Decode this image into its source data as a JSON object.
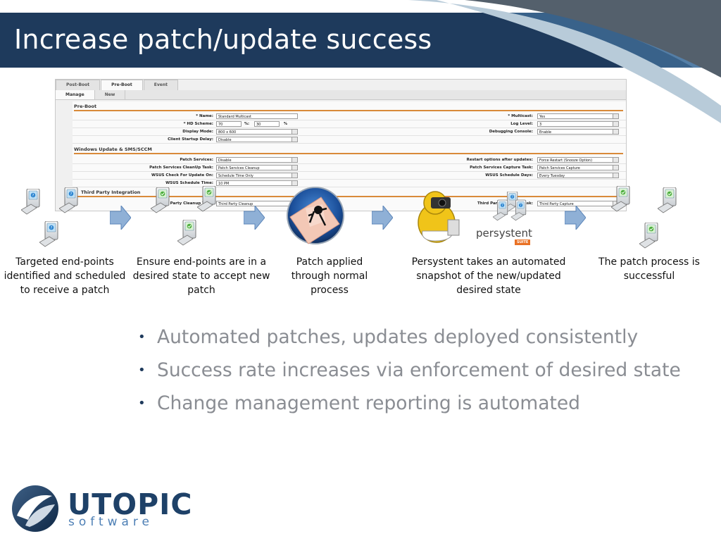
{
  "slide": {
    "title": "Increase patch/update success"
  },
  "screenshot": {
    "tabs": [
      "Post-Boot",
      "Pre-Boot",
      "Event"
    ],
    "subtabs": [
      "Manage",
      "New"
    ],
    "sections": {
      "preboot": "Pre-Boot",
      "windows_update": "Windows Update & SMS/SCCM",
      "third_party": "Third Party Integration"
    },
    "left_fields": {
      "name_label": "* Name:",
      "name_value": "Standard Multicast",
      "hd_label": "* HD Scheme:",
      "hd_value1": "70",
      "hd_pct_sep": "%:",
      "hd_value2": "30",
      "hd_pct": "%",
      "display_label": "Display Mode:",
      "display_value": "800 x 600",
      "startup_label": "Client Startup Delay:",
      "startup_value": "Disable",
      "patch_services_label": "Patch Services:",
      "patch_services_value": "Disable",
      "cleanup_label": "Patch Services CleanUp Task:",
      "cleanup_value": "Patch Services Cleanup",
      "wsus_check_label": "WSUS Check For Update On:",
      "wsus_check_value": "Schedule Time Only",
      "wsus_time_label": "WSUS Schedule Time:",
      "wsus_time_value": "10 PM",
      "third_cleanup_label": "Third Party Cleanup Task:",
      "third_cleanup_value": "Third Party Cleanup"
    },
    "right_fields": {
      "multicast_label": "* Multicast:",
      "multicast_value": "Yes",
      "log_label": "Log Level:",
      "log_value": "3",
      "debug_label": "Debugging Console:",
      "debug_value": "Enable",
      "restart_label": "Restart options after updates:",
      "restart_value": "Force Restart (Snooze Option)",
      "capture_label": "Patch Services Capture Task:",
      "capture_value": "Patch Services Capture",
      "wsus_days_label": "WSUS Schedule Days:",
      "wsus_days_value": "Every Tuesday",
      "third_capture_label": "Third Party Capture Task:",
      "third_capture_value": "Third Party Capture"
    }
  },
  "flow": {
    "captions": [
      "Targeted end-points identified and scheduled to receive a patch",
      "Ensure end-points are in a desired state to accept new patch",
      "Patch applied through normal process",
      "Persystent takes an automated snapshot of the new/updated desired state",
      "The patch process is successful"
    ],
    "persystent_brand": "persystent",
    "persystent_suite": "SUITE"
  },
  "bullets": [
    "Automated patches, updates deployed consistently",
    "Success rate increases via enforcement of desired state",
    "Change management reporting is automated"
  ],
  "logo": {
    "word": "UTOPIC",
    "sub": "software"
  },
  "colors": {
    "header": "#1e3a5c",
    "section_rule": "#d98a3a",
    "bullet_text": "#8a8d93",
    "logo_blue": "#1e4168"
  }
}
